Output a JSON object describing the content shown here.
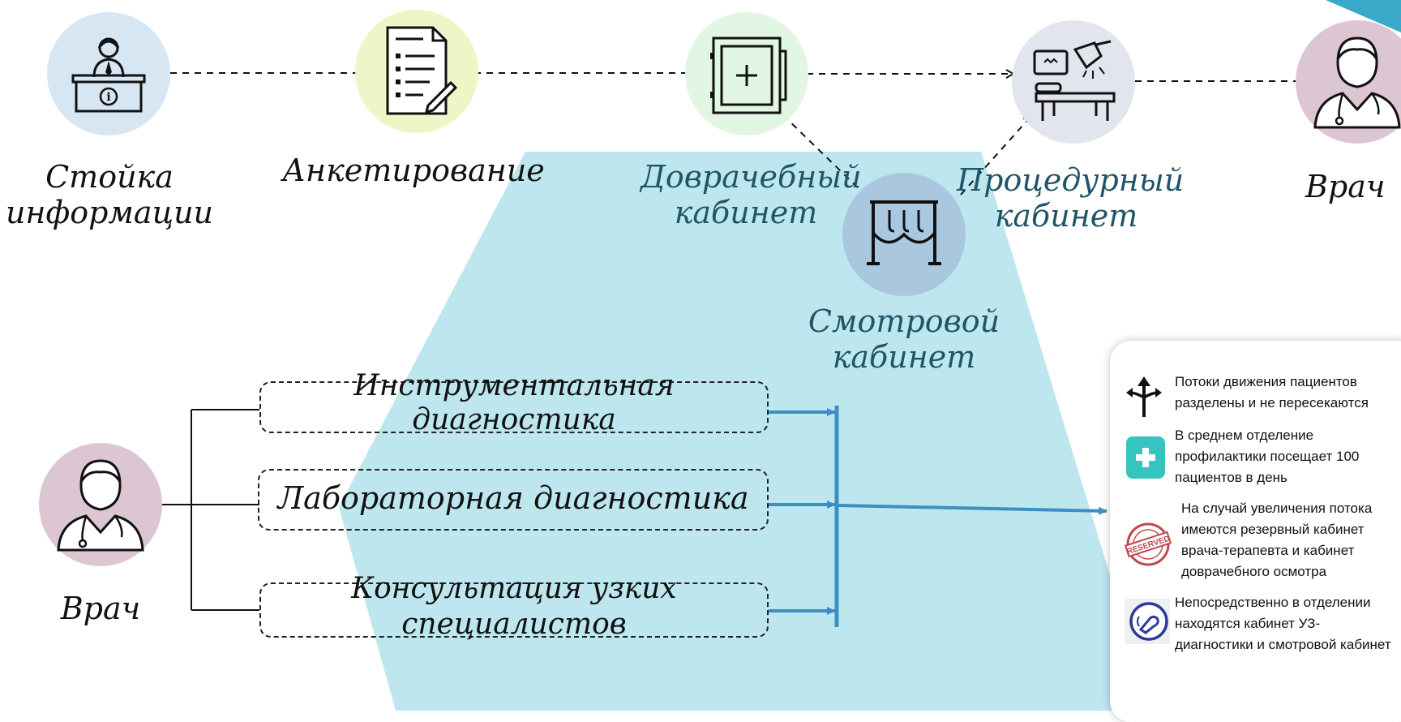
{
  "flow": {
    "info_desk": "Стойка информации",
    "survey": "Анкетирование",
    "prevrach": "Доврачебный кабинет",
    "procedure": "Процедурный кабинет",
    "doctor_top": "Врач",
    "exam": "Смотровой кабинет"
  },
  "doctor_left": "Врач",
  "branches": {
    "instrumental": [
      "Инструментальная",
      "диагностика"
    ],
    "lab": "Лабораторная диагностика",
    "consult": [
      "Консультация узких",
      "специалистов"
    ]
  },
  "info_panel": {
    "items": [
      {
        "icon": "split-arrows-icon",
        "text": "Потоки движения пациентов разделены и не пересекаются"
      },
      {
        "icon": "medical-cross-icon",
        "text": "В среднем отделение профилактики посещает 100 пациентов в день"
      },
      {
        "icon": "reserved-stamp-icon",
        "text": "На случай увеличения потока имеются резервный кабинет врача-терапевта и кабинет доврачебного осмотра"
      },
      {
        "icon": "ultrasound-icon",
        "text": "Непосредственно в отделении находятся кабинет УЗ-диагностики и смотровой кабинет"
      }
    ],
    "stamp_text": "RESERVED"
  },
  "colors": {
    "hexagon": "#bde6ef",
    "connector": "#3e8fc1",
    "circle_info": "#d6e6f3",
    "circle_survey": "#eef6c8",
    "circle_prevrach": "#e2f6e4",
    "circle_procedure": "#e3e5ee",
    "circle_doctor": "#dcc6d3",
    "circle_exam": "#a9c8df",
    "teal_text": "#1f5566"
  }
}
